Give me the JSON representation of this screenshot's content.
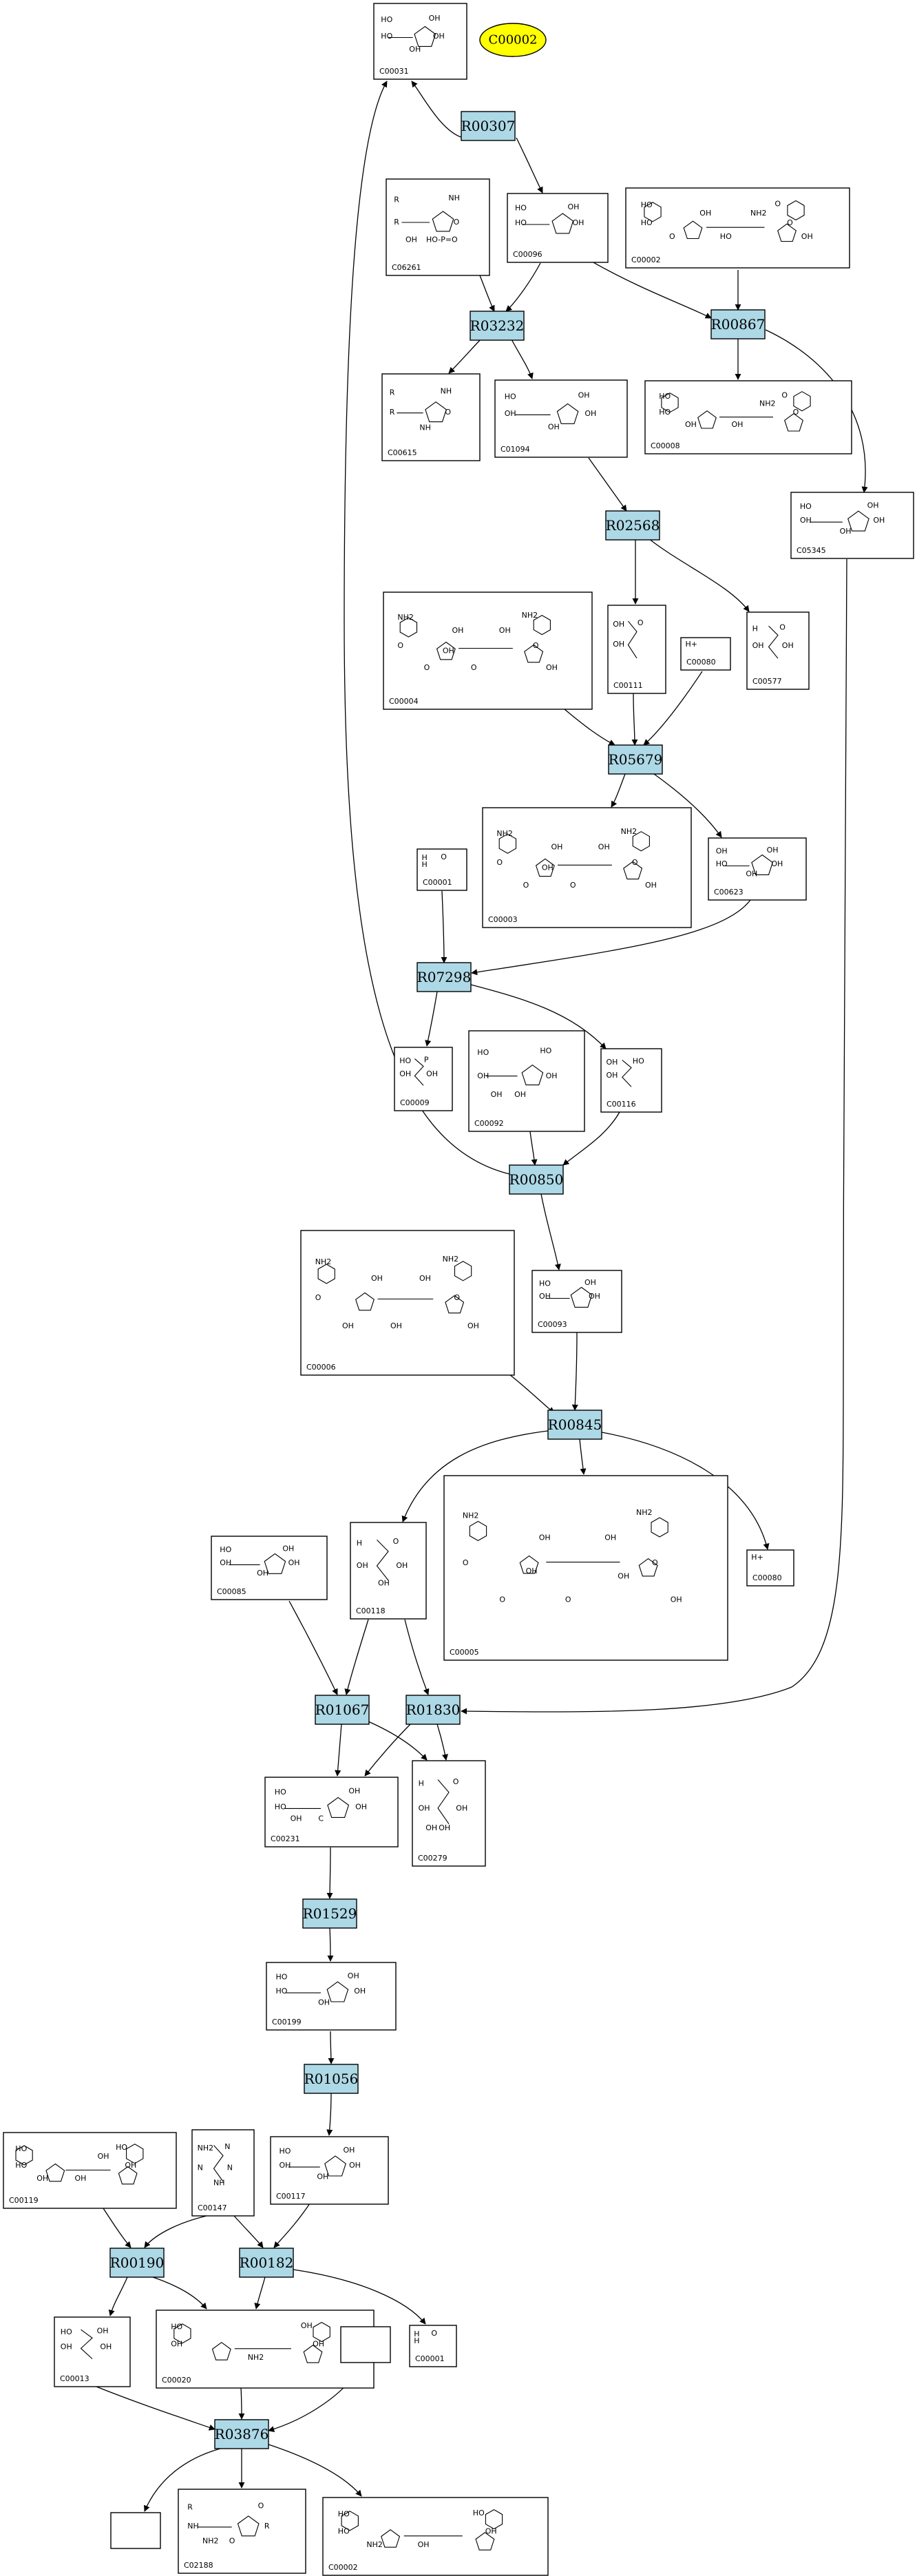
{
  "query": {
    "label": "C00002",
    "color": "#ffff00"
  },
  "colors": {
    "reaction_fill": "#add8e6",
    "compound_fill": "#ffffff",
    "stroke": "#000000"
  },
  "reactions": [
    {
      "id": "R00307"
    },
    {
      "id": "R03232"
    },
    {
      "id": "R00867"
    },
    {
      "id": "R02568"
    },
    {
      "id": "R05679"
    },
    {
      "id": "R07298"
    },
    {
      "id": "R00850"
    },
    {
      "id": "R00845"
    },
    {
      "id": "R01067"
    },
    {
      "id": "R01830"
    },
    {
      "id": "R01529"
    },
    {
      "id": "R01056"
    },
    {
      "id": "R00190"
    },
    {
      "id": "R00182"
    },
    {
      "id": "R03876"
    }
  ],
  "compounds": [
    {
      "id": "C00031",
      "texts": [
        "HO",
        "OH",
        "HO",
        "OH",
        "OH"
      ]
    },
    {
      "id": "C06261",
      "texts": [
        "R",
        "NH",
        "R",
        "O",
        "HO-P=O",
        "OH"
      ]
    },
    {
      "id": "C00096",
      "texts": [
        "HO",
        "OH",
        "HO",
        "OH"
      ]
    },
    {
      "id": "C00002",
      "texts": [
        "HO",
        "O",
        "HO",
        "O",
        "HO",
        "O",
        "NH2",
        "OH",
        "OH"
      ]
    },
    {
      "id": "C00615",
      "texts": [
        "R",
        "NH",
        "R",
        "O",
        "NH"
      ]
    },
    {
      "id": "C01094",
      "texts": [
        "HO",
        "OH",
        "OH",
        "OH",
        "OH"
      ]
    },
    {
      "id": "C00008",
      "texts": [
        "HO",
        "O",
        "HO",
        "O",
        "OH",
        "OH",
        "NH2"
      ]
    },
    {
      "id": "C05345",
      "texts": [
        "HO",
        "OH",
        "OH",
        "OH",
        "OH"
      ]
    },
    {
      "id": "C00111",
      "texts": [
        "OH",
        "O",
        "OH"
      ]
    },
    {
      "id": "C00080",
      "texts": [
        "H+"
      ]
    },
    {
      "id": "C00577",
      "texts": [
        "H",
        "O",
        "OH",
        "OH"
      ]
    },
    {
      "id": "C00004",
      "texts": [
        "NH2",
        "NH2",
        "O",
        "O",
        "O",
        "O",
        "OH",
        "OH",
        "OH",
        "OH"
      ]
    },
    {
      "id": "C00003",
      "texts": [
        "NH2",
        "NH2",
        "O",
        "O",
        "O",
        "O",
        "OH",
        "OH",
        "OH",
        "OH"
      ]
    },
    {
      "id": "C00623",
      "texts": [
        "OH",
        "OH",
        "HO",
        "OH",
        "OH"
      ]
    },
    {
      "id": "C00001",
      "texts": [
        "H",
        "O",
        "H"
      ]
    },
    {
      "id": "C00009",
      "texts": [
        "HO",
        "P",
        "OH",
        "OH"
      ]
    },
    {
      "id": "C00092",
      "texts": [
        "HO",
        "HO",
        "OH",
        "OH",
        "OH",
        "OH"
      ]
    },
    {
      "id": "C00116",
      "texts": [
        "OH",
        "HO",
        "OH"
      ]
    },
    {
      "id": "C00006",
      "texts": [
        "NH2",
        "NH2",
        "O",
        "O",
        "OH",
        "OH",
        "OH",
        "OH",
        "OH"
      ]
    },
    {
      "id": "C00093",
      "texts": [
        "HO",
        "OH",
        "OH",
        "OH"
      ]
    },
    {
      "id": "C00085",
      "texts": [
        "HO",
        "OH",
        "OH",
        "OH",
        "OH"
      ]
    },
    {
      "id": "C00118",
      "texts": [
        "H",
        "O",
        "OH",
        "OH",
        "OH"
      ]
    },
    {
      "id": "C00005",
      "texts": [
        "NH2",
        "NH2",
        "O",
        "O",
        "O",
        "O",
        "OH",
        "OH",
        "OH",
        "OH",
        "OH"
      ]
    },
    {
      "id": "C00080b",
      "label": "C00080",
      "texts": [
        "H+"
      ]
    },
    {
      "id": "C00231",
      "texts": [
        "HO",
        "OH",
        "HO",
        "OH",
        "C",
        "OH"
      ]
    },
    {
      "id": "C00279",
      "texts": [
        "H",
        "O",
        "OH",
        "OH",
        "OH",
        "OH"
      ]
    },
    {
      "id": "C00199",
      "texts": [
        "HO",
        "OH",
        "HO",
        "OH",
        "OH"
      ]
    },
    {
      "id": "C00119",
      "texts": [
        "HO",
        "HO",
        "HO",
        "OH",
        "OH",
        "OH",
        "OH"
      ]
    },
    {
      "id": "C00147",
      "texts": [
        "NH2",
        "N",
        "N",
        "N",
        "NH"
      ]
    },
    {
      "id": "C00117",
      "texts": [
        "HO",
        "OH",
        "OH",
        "OH",
        "OH"
      ]
    },
    {
      "id": "C00013",
      "texts": [
        "HO",
        "OH",
        "OH",
        "OH"
      ]
    },
    {
      "id": "C00020",
      "texts": [
        "HO",
        "OH",
        "OH",
        "OH",
        "NH2"
      ]
    },
    {
      "id": "C00001b",
      "label": "C00001",
      "texts": [
        "H",
        "O",
        "H"
      ]
    },
    {
      "id": "C02188",
      "texts": [
        "R",
        "O",
        "NH",
        "R",
        "O",
        "NH2"
      ]
    },
    {
      "id": "C00002b",
      "label": "C00002",
      "texts": [
        "HO",
        "HO",
        "HO",
        "OH",
        "OH",
        "NH2"
      ]
    }
  ]
}
